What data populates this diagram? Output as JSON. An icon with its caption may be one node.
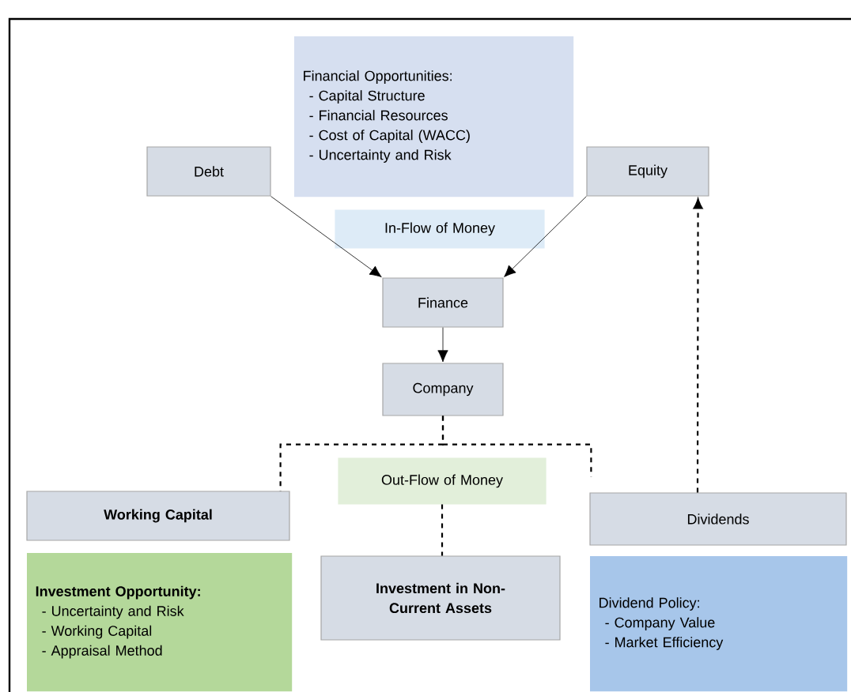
{
  "diagram": {
    "nodes": [
      {
        "text": [
          "Financial Opportunities:",
          "- Capital Structure",
          "- Financial Resources",
          "- Cost of Capital (WACC)",
          "- Uncertainty and Risk"
        ]
      },
      {
        "text": [
          "Debt"
        ]
      },
      {
        "text": [
          "Equity"
        ]
      },
      {
        "text": [
          "In-Flow of Money"
        ]
      },
      {
        "text": [
          "Finance"
        ]
      },
      {
        "text": [
          "Company"
        ]
      },
      {
        "text": [
          "Out-Flow of Money"
        ]
      },
      {
        "text": [
          "Working Capital"
        ]
      },
      {
        "text": [
          "Investment in Non-Current Assets"
        ]
      },
      {
        "text": [
          "Dividends"
        ]
      },
      {
        "text": [
          "Investment Opportunity:",
          "- Uncertainty and Risk",
          "- Working Capital",
          "- Appraisal Method"
        ]
      },
      {
        "text": [
          "Dividend Policy:",
          "- Company Value",
          "- Market Efficiency"
        ]
      }
    ],
    "edges": [
      {
        "from": 1,
        "to": 4,
        "arrow": "to"
      },
      {
        "from": 2,
        "to": 4,
        "arrow": "to"
      },
      {
        "from": 4,
        "to": 5,
        "arrow": "to"
      },
      {
        "from": 5,
        "to": 7,
        "arrow": "none",
        "style": "dashed"
      },
      {
        "from": 6,
        "to": 8,
        "arrow": "none",
        "style": "dashed"
      },
      {
        "from": 5,
        "to": 9,
        "arrow": "none",
        "style": "dashed"
      },
      {
        "from": 9,
        "to": 2,
        "arrow": "to",
        "style": "dashed"
      }
    ]
  }
}
